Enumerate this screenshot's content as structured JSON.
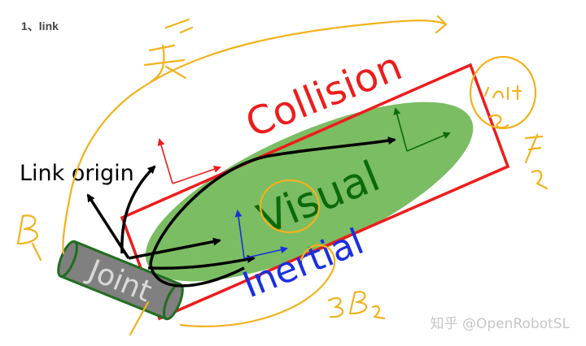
{
  "heading": "1、link",
  "labels": {
    "collision": "Collision",
    "visual": "Visual",
    "inertial": "Inertial",
    "link_origin": "Link origin",
    "joint": "Joint"
  },
  "watermark": "知乎 @OpenRobotSL",
  "colors": {
    "collision": "#ee1c1c",
    "visual_fill": "#7bbd63",
    "visual_text": "#0b6a0b",
    "inertial": "#1a2fe0",
    "annotation": "#f2b21c",
    "joint_body": "#808080",
    "joint_outline": "#1f6e1f"
  }
}
